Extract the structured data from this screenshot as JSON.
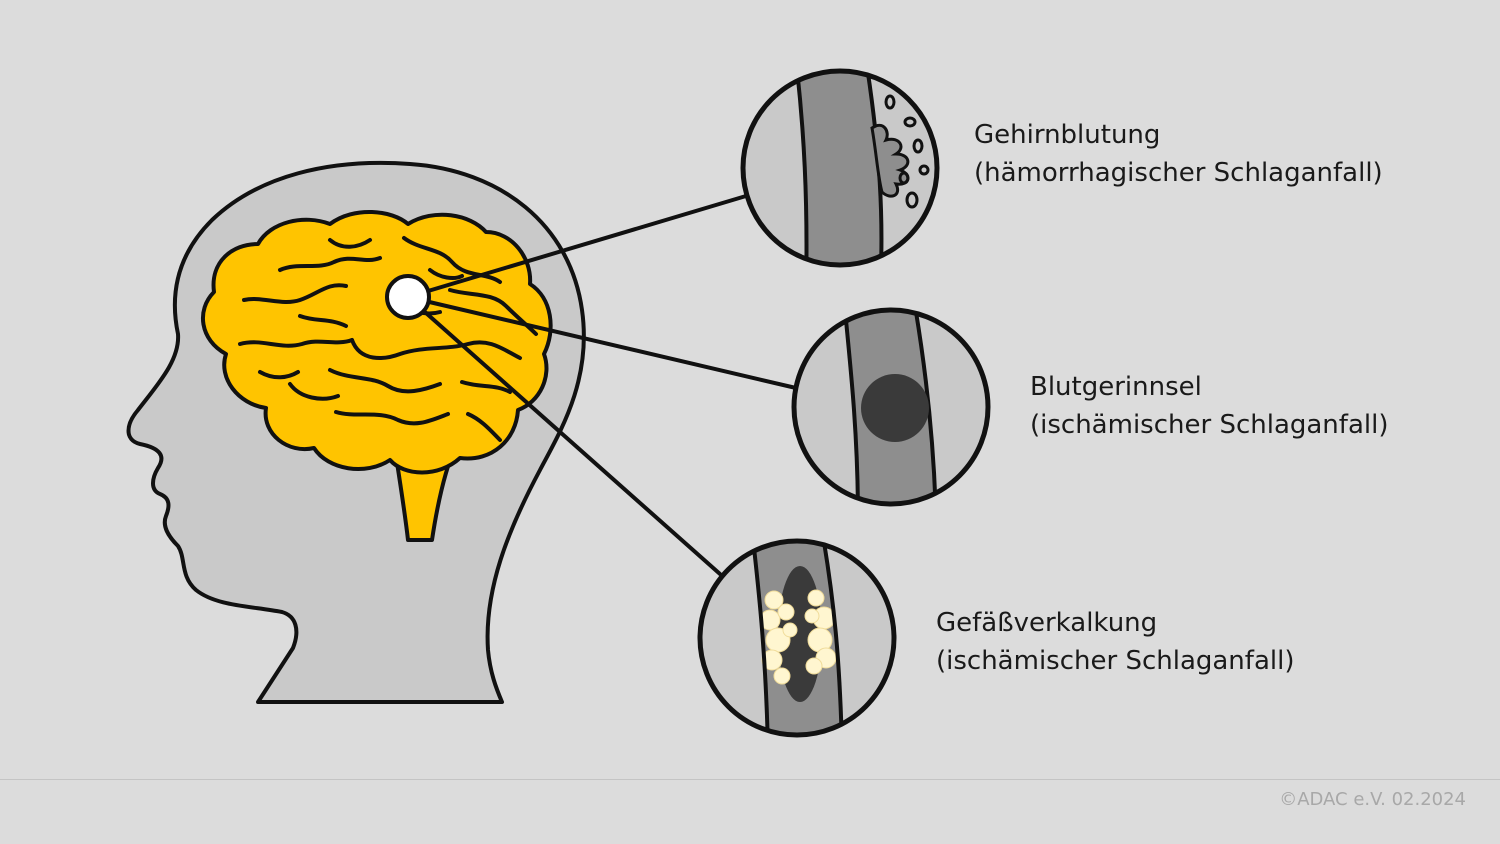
{
  "labels": {
    "hemorrhage": {
      "title": "Gehirnblutung",
      "subtitle": "(hämorrhagischer Schlaganfall)"
    },
    "clot": {
      "title": "Blutgerinnsel",
      "subtitle": "(ischämischer Schlaganfall)"
    },
    "calcification": {
      "title": "Gefäßverkalkung",
      "subtitle": "(ischämischer Schlaganfall)"
    }
  },
  "footer": {
    "copyright": "©ADAC e.V.  02.2024"
  },
  "colors": {
    "background": "#dcdcdc",
    "head": "#c9c9c9",
    "brain": "#ffc400",
    "vessel": "#8e8e8e",
    "outline": "#111111",
    "clot": "#3a3a3a",
    "plaque": "#fff6d0"
  }
}
